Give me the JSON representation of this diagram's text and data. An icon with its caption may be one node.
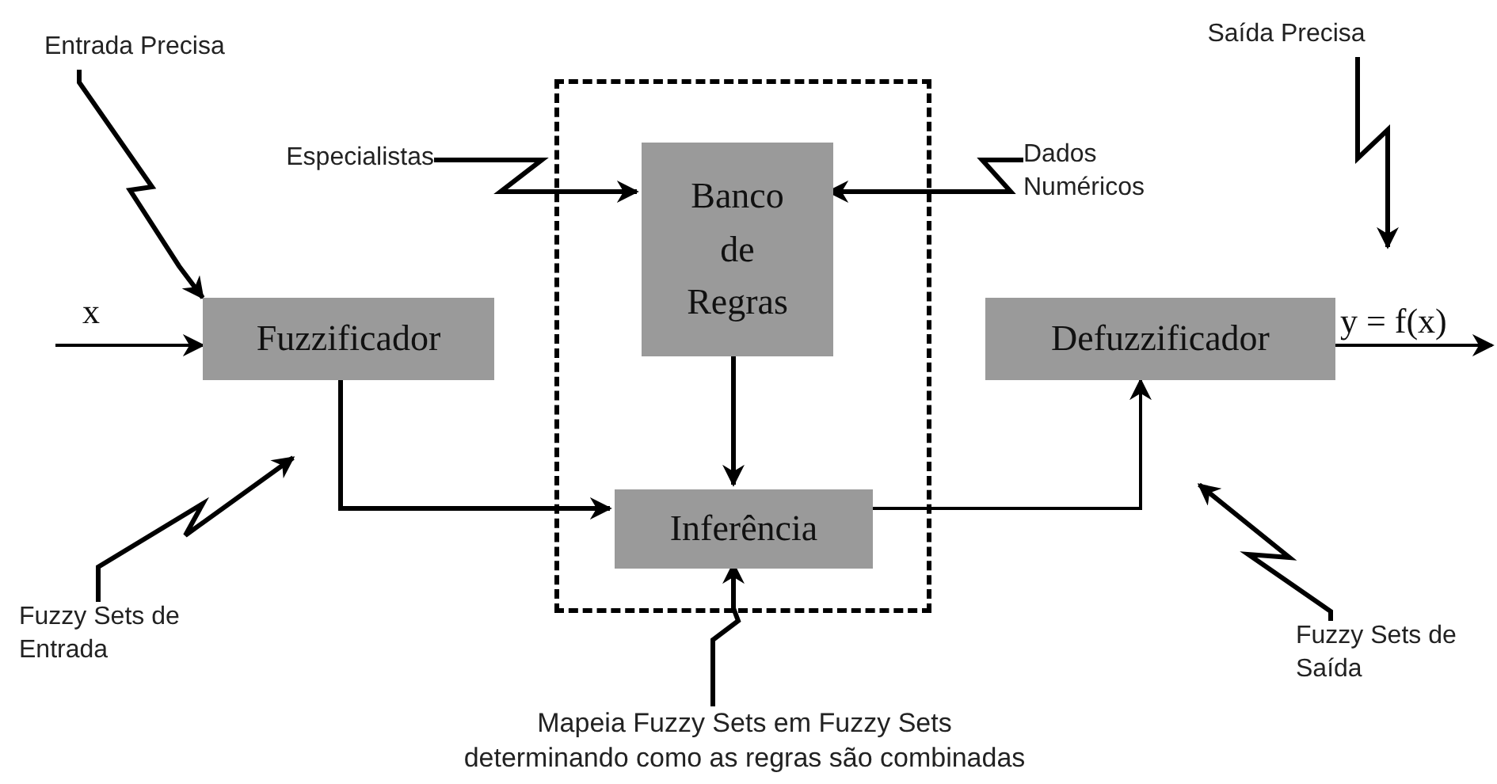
{
  "diagram": {
    "nodes": [
      {
        "text": [],
        "shape": "box"
      },
      {
        "text": [
          "Banco de Regras"
        ],
        "in": 0
      },
      {
        "text": [
          "Inferência"
        ],
        "in": 0
      },
      {
        "text": [
          "Fuzzificador"
        ]
      },
      {
        "text": [
          "Defuzzificador"
        ]
      },
      {
        "text": [
          "Entrada Precisa"
        ]
      },
      {
        "text": [
          "Especialistas"
        ]
      },
      {
        "text": [
          "Dados Numéricos"
        ]
      },
      {
        "text": [
          "Saída Precisa"
        ]
      },
      {
        "text": [
          "Fuzzy Sets de Entrada"
        ]
      },
      {
        "text": [
          "Fuzzy Sets de Saída"
        ]
      },
      {
        "text": [
          "Mapeia Fuzzy Sets em Fuzzy Sets determinando como as regras são combinadas"
        ]
      }
    ],
    "edges": [
      {
        "from": 5,
        "to": 3,
        "arrow": "to"
      },
      {
        "from": 6,
        "to": 1,
        "arrow": "to"
      },
      {
        "from": 7,
        "to": 1,
        "arrow": "to"
      },
      {
        "from": 1,
        "to": 2,
        "arrow": "to"
      },
      {
        "from": 3,
        "to": 2,
        "arrow": "to"
      },
      {
        "from": 2,
        "to": 4,
        "arrow": "to"
      },
      {
        "from": 11,
        "to": 2,
        "arrow": "to"
      },
      {
        "from": 8,
        "to": null,
        "arrow": "to"
      },
      {
        "from": 9,
        "to": null,
        "arrow": "to"
      },
      {
        "from": 10,
        "to": null,
        "arrow": "to"
      },
      {
        "from": null,
        "to": 3,
        "arrow": "to",
        "label": "x"
      },
      {
        "from": 4,
        "to": null,
        "arrow": "to",
        "label": "y = f(x)"
      }
    ]
  }
}
